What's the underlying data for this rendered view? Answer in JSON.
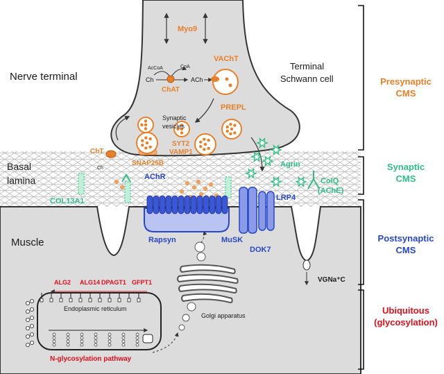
{
  "regions": {
    "nerve_terminal": "Nerve terminal",
    "schwann": [
      "Terminal",
      "Schwann cell"
    ],
    "basal_lamina": [
      "Basal",
      "lamina"
    ],
    "muscle": "Muscle"
  },
  "groups": {
    "presynaptic": [
      "Presynaptic",
      "CMS"
    ],
    "synaptic": [
      "Synaptic",
      "CMS"
    ],
    "postsynaptic": [
      "Postsynaptic",
      "CMS"
    ],
    "ubiquitous": [
      "Ubiquitous",
      "(glycosylation)"
    ]
  },
  "presynaptic_labels": {
    "myo9": "Myo9",
    "vacht": "VAChT",
    "chat": "ChAT",
    "prepl": "PREPL",
    "syt2": "SYT2",
    "vamp1": "VAMP1",
    "snap25b": "SNAP25B",
    "cht": "ChT"
  },
  "metabolites": {
    "acoa": "AcCoA",
    "coa": "CoA",
    "ch": "Ch",
    "ach": "ACh",
    "ch_small": "Ch",
    "synaptic_vesicles": [
      "Synaptic",
      "vesicles"
    ]
  },
  "synaptic_labels": {
    "agrin": "Agrin",
    "colq": [
      "ColQ",
      "(AChE)"
    ],
    "col13a1": "COL13A1"
  },
  "postsynaptic_labels": {
    "achr": "AChR",
    "rapsyn": "Rapsyn",
    "musk": "MuSK",
    "dok7": "DOK7",
    "lrp4": "LRP4",
    "vgna": "VGNa⁺C"
  },
  "glyco_labels": {
    "alg2": "ALG2",
    "alg14": "ALG14",
    "dpagt1": "DPAGT1",
    "gfpt1": "GFPT1",
    "er": "Endoplasmic reticulum",
    "golgi": "Golgi apparatus",
    "pathway": "N-glycosylation pathway"
  },
  "colors": {
    "presynaptic": "#e8802a",
    "synaptic": "#2fbf86",
    "postsynaptic": "#2746c8",
    "ubiquitous": "#e0101a",
    "tissue": "#dcdcdc"
  }
}
